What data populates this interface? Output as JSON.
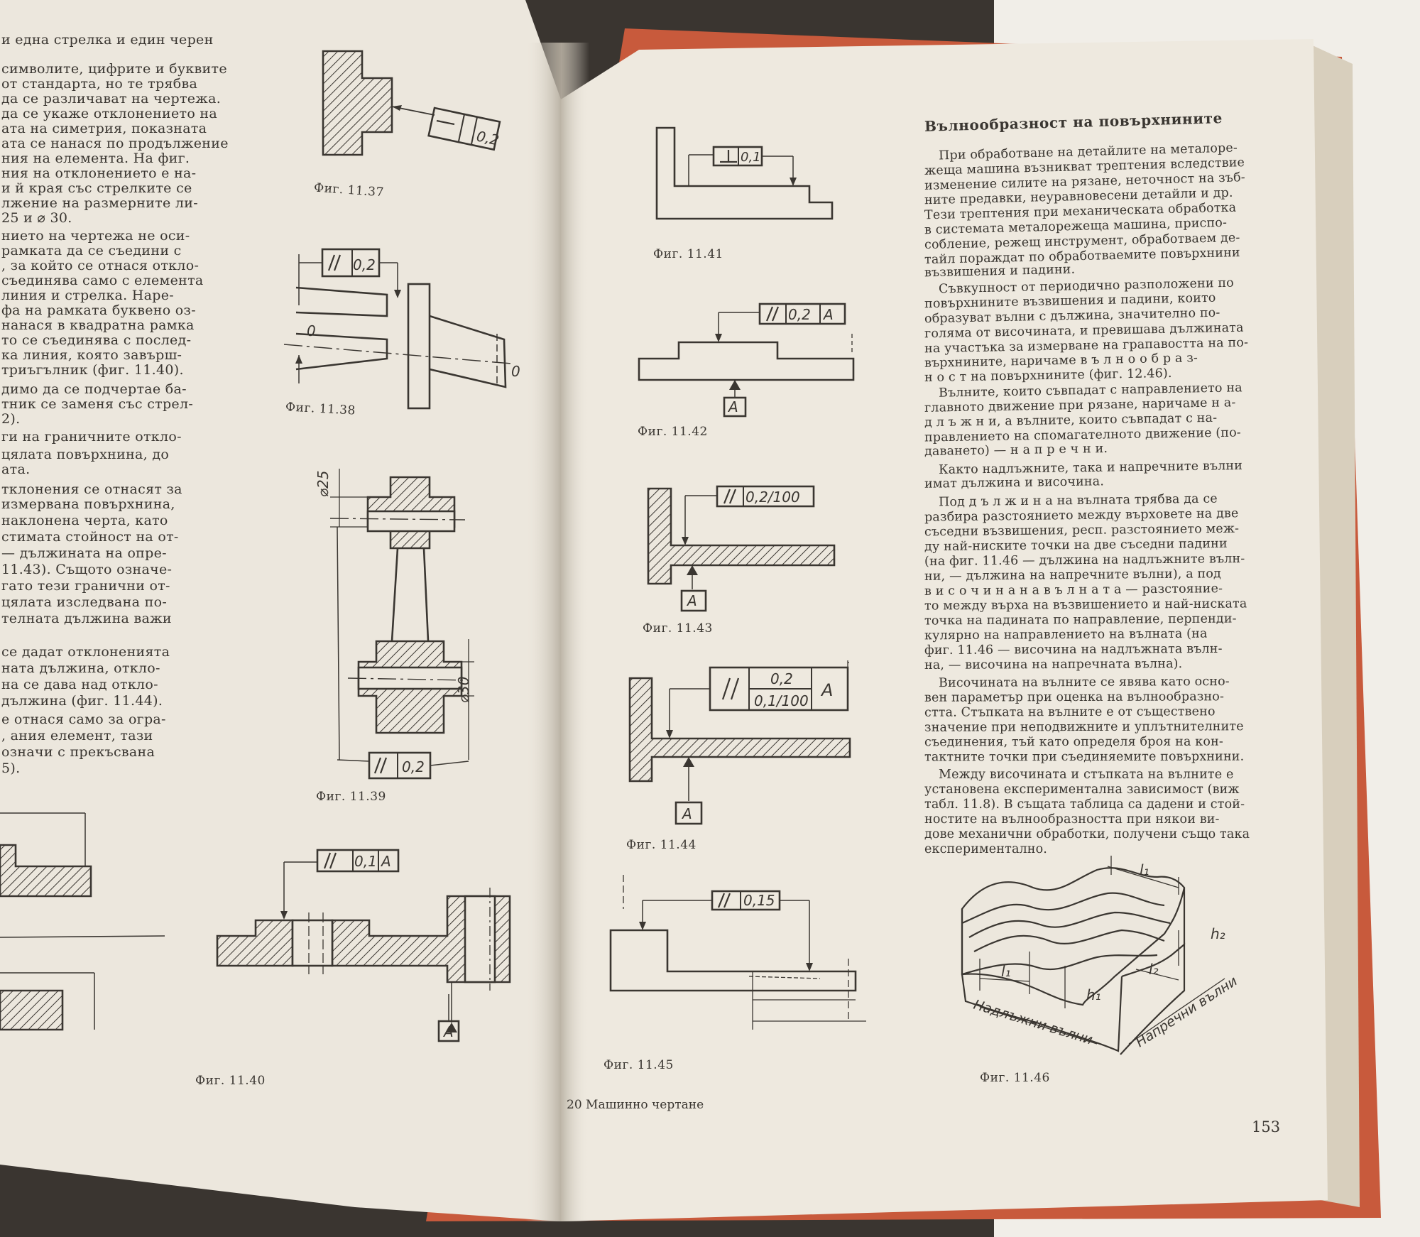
{
  "left_page": {
    "text_lines": [
      "и една стрелка и един черен",
      "символите, цифрите и буквите",
      "от стандарта, но те трябва",
      "да се различават на чертежа.",
      "да се укаже отклонението на",
      "ата на симетрия, показната",
      "ата се нанася по продължение",
      "ния на елемента. На фиг.",
      "ния на отклонението е на-",
      "и й края със стрелките се",
      "лжение на размерните ли-",
      "25 и ⌀ 30.",
      "нието на чертежа не оси-",
      "рамката да се съедини с",
      ", за който се отнася откло-",
      "съединява само с елемента",
      "линия и стрелка. Наре-",
      "фа на рамката буквено оз-",
      "нанася в квадратна рамка",
      "то се съединява с послед-",
      "ка линия, която завърш-",
      "триъгълник (фиг. 11.40).",
      "димо да се подчертае ба-",
      "тник се заменя със стрел-",
      "2).",
      "ги на граничните откло-",
      "цялата повърхнина, до",
      "ата.",
      "тклонения се отнасят за",
      "измервана повърхнина,",
      "наклонена черта, като",
      "стимата стойност на от-",
      "— дължината на опре-",
      "11.43). Същото означе-",
      "гато тези гранични от-",
      "цялата изследвана по-",
      "телната дължина важи",
      "се дадат отклоненията",
      "ната дължина, откло-",
      "на се дава над откло-",
      "дължина (фиг. 11.44).",
      "е отнася само за огра-",
      ", ания елемент, тази",
      "означи с прекъсвана",
      "5)."
    ],
    "captions": {
      "f37": "Фиг. 11.37",
      "f38": "Фиг. 11.38",
      "f39": "Фиг. 11.39",
      "f40": "Фиг. 11.40"
    },
    "fig_labels": {
      "f37_tol": "0,2",
      "f38_tol": "0,2",
      "f38_axis_left": "0",
      "f38_axis_right": "0",
      "f39_dia_top": "⌀25",
      "f39_dia_bottom": "⌀30",
      "f39_tol": "0,2",
      "f40_tol": "0,1",
      "f40_datum": "A",
      "f40_datum_box": "A"
    }
  },
  "right_page": {
    "heading": "Вълнообразност на повърхнините",
    "text_lines": [
      "При обработване на детайлите на металоре-",
      "жеща машина възникват трептения вследствие",
      "изменение силите на рязане, неточност на зъб-",
      "ните предавки, неуравновесени детайли и др.",
      "Тези трептения при механическата обработка",
      "в системата металорежеща машина, приспо-",
      "собление, режещ инструмент, обработваем де-",
      "тайл пораждат по обработваемите повърхнини",
      "възвишения и падини.",
      "Съвкупност от периодично разположени по",
      "повърхнините възвишения и падини, които",
      "образуват вълни с дължина, значително по-",
      "голяма от височината, и превишава дължината",
      "на участъка за измерване на грапавостта на по-",
      "върхнините,     наричаме     в ъ л н о о б р а з-",
      "н о с т    на повърхнините (фиг. 12.46).",
      "Вълните, които съвпадат с направлението на",
      "главното движение при рязане, наричаме н а-",
      "д л ъ ж н и,  а вълните, които съвпадат с на-",
      "правлението на спомагателното движение (по-",
      "даването) — н а п р е ч н и.",
      "Както надлъжните, така и напречните вълни",
      "имат дължина и височина.",
      "Под д ъ л ж и н а  на вълната трябва да се",
      "разбира разстоянието между върховете на две",
      "съседни възвишения, респ. разстоянието меж-",
      "ду най-ниските точки на две съседни падини",
      "(на фиг. 11.46 — дължина на надлъжните вълн-",
      "ни, — дължина на напречните вълни), а под",
      "в и с о ч и н а  н а  в ъ л н а т а — разстояние-",
      "то между върха на възвишението и най-ниската",
      "точка на падината по направление, перпенди-",
      "кулярно на направлението на вълната (на",
      "фиг. 11.46 — височина  на надлъжната вълн-",
      "на, — височина на напречната вълна).",
      "Височината на вълните се явява като осно-",
      "вен параметър при оценка на вълнообразно-",
      "стта. Стъпката на вълните е от съществено",
      "значение при неподвижните и уплътнителните",
      "съединения, тъй като определя броя на кон-",
      "тактните точки при съединяемите повърхнини.",
      "Между височината и стъпката на вълните е",
      "установена експериментална зависимост (виж",
      "табл. 11.8). В същата таблица са дадени и стой-",
      "ностите на вълнообразността при някои ви-",
      "дове механични обработки, получени също така",
      "експериментално."
    ],
    "captions": {
      "f41": "Фиг. 11.41",
      "f42": "Фиг. 11.42",
      "f43": "Фиг. 11.43",
      "f44": "Фиг. 11.44",
      "f45": "Фиг. 11.45",
      "f46": "Фиг. 11.46"
    },
    "fig_labels": {
      "f41_tol": "0,1",
      "f42_tol": "0,2",
      "f42_ref": "A",
      "f42_datum": "A",
      "f43_tol": "0,2/100",
      "f43_datum": "A",
      "f44_tol_a": "0,2",
      "f44_tol_b": "0,1/100",
      "f44_ref": "A",
      "f44_datum": "A",
      "f45_tol": "0,15",
      "f46_l1_top": "l₁",
      "f46_h2": "h₂",
      "f46_l1": "l₁",
      "f46_h1": "h₁",
      "f46_l2": "l₂",
      "f46_long_waves": "Надлъжни вълни",
      "f46_trans_waves": "Напречни вълни"
    },
    "footer": "20  Машинно чертане",
    "page_number": "153"
  },
  "colors": {
    "paper_left": "#ece7dd",
    "paper_right": "#eee9df",
    "ink": "#3a3631",
    "book_cover": "#c85a3c",
    "background": "#3a3530"
  }
}
